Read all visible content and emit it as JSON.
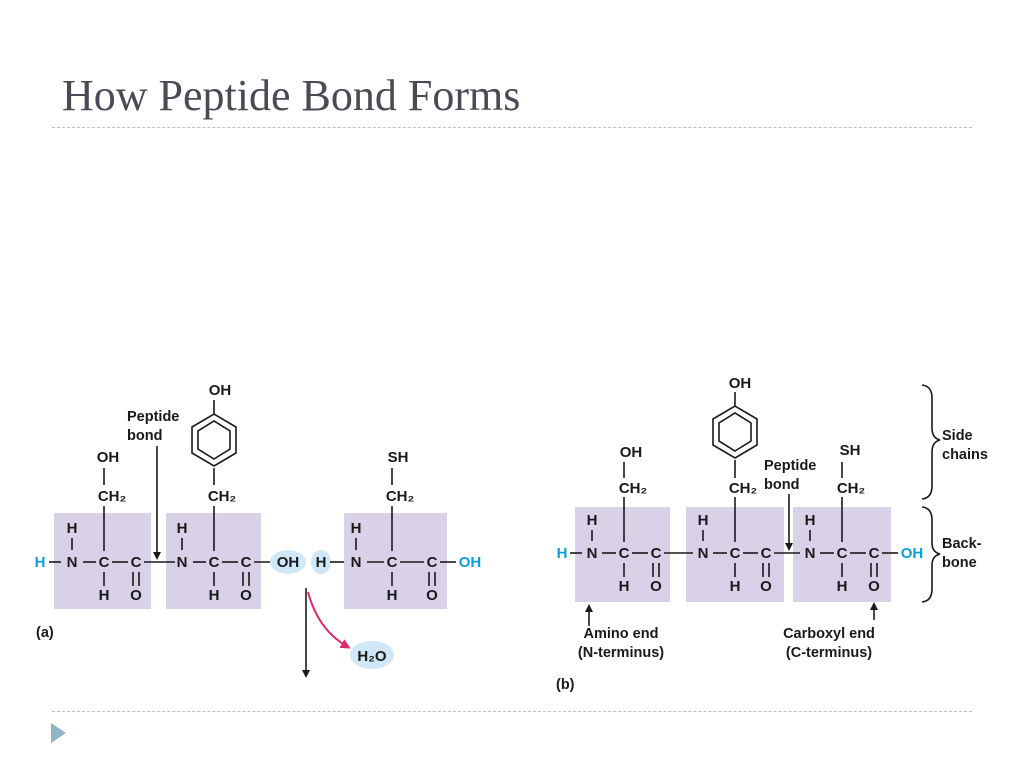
{
  "slide": {
    "title": "How Peptide Bond Forms"
  },
  "panel_a": {
    "label": "(a)",
    "peptide_bond_label_1": "Peptide",
    "peptide_bond_label_2": "bond",
    "water": "H₂O",
    "removed_oh": "OH",
    "removed_h": "H"
  },
  "panel_b": {
    "label": "(b)",
    "peptide_bond_label_1": "Peptide",
    "peptide_bond_label_2": "bond",
    "amino_end_1": "Amino end",
    "amino_end_2": "(N-terminus)",
    "carboxyl_end_1": "Carboxyl end",
    "carboxyl_end_2": "(C-terminus)",
    "side_chains_1": "Side",
    "side_chains_2": "chains",
    "backbone_1": "Back-",
    "backbone_2": "bone"
  },
  "atoms": {
    "H": "H",
    "N": "N",
    "C": "C",
    "O": "O",
    "OH": "OH",
    "SH": "SH",
    "CH2": "CH₂"
  },
  "colors": {
    "title": "#4a4a56",
    "backbone_box": "#d8d1e8",
    "terminal_blue": "#0aa0dc",
    "water_bubble": "#cfe7f7",
    "arrow_pink": "#e0286f"
  }
}
